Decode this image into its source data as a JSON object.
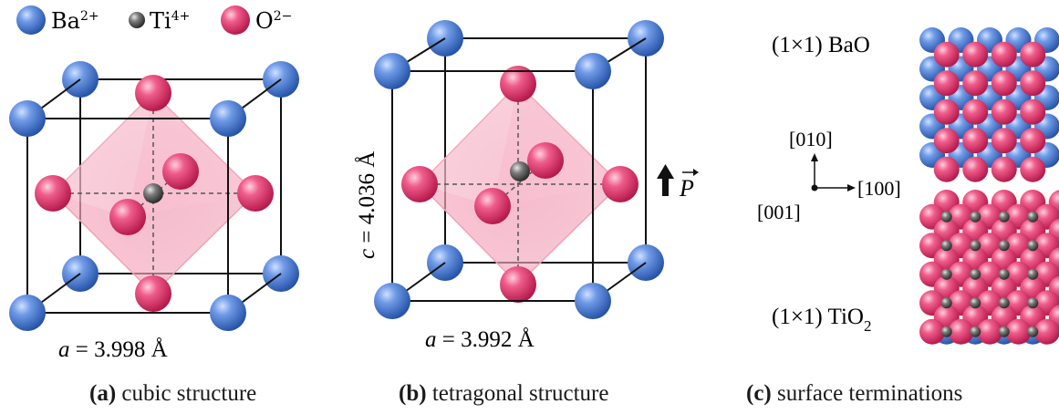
{
  "legend": {
    "items": [
      {
        "ion": "Ba",
        "charge": "2+",
        "color": "#3f76d6"
      },
      {
        "ion": "Ti",
        "charge": "4+",
        "color": "#555555"
      },
      {
        "ion": "O",
        "charge": "2−",
        "color": "#e2306a"
      }
    ]
  },
  "panel_a": {
    "label_var": "a",
    "label_val": " = 3.998 Å",
    "caption_tag": "(a)",
    "caption_text": " cubic structure"
  },
  "panel_b": {
    "label_a_var": "a",
    "label_a_val": " = 3.992 Å",
    "label_c_var": "c",
    "label_c_val": " = 4.036 Å",
    "polarization": "P",
    "caption_tag": "(b)",
    "caption_text": " tetragonal structure"
  },
  "panel_c": {
    "top_label": "(1×1) BaO",
    "bottom_label_main": "(1×1) TiO",
    "bottom_label_sub": "2",
    "axis_y": "[010]",
    "axis_x": "[100]",
    "axis_z": "[001]",
    "caption_tag": "(c)",
    "caption_text": " surface terminations"
  },
  "colors": {
    "ba": "#3f76d6",
    "o": "#e2306a",
    "ti": "#555555",
    "octahedron": "#f4a8bd",
    "cell_edge": "#111111"
  }
}
